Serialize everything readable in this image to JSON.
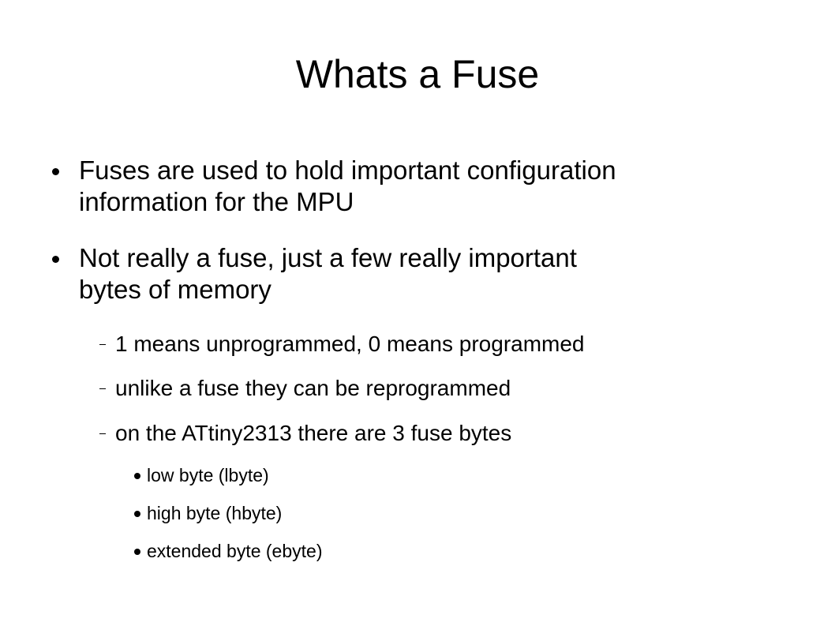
{
  "slide": {
    "title": "Whats a Fuse",
    "bullets": [
      {
        "line1": "Fuses are used to hold important configuration",
        "line2": "information for the MPU"
      },
      {
        "line1": "Not really a fuse, just a few really important",
        "line2": "bytes of memory"
      }
    ],
    "sub_bullets": [
      "1 means unprogrammed, 0 means programmed",
      "unlike a fuse they can be reprogrammed",
      "on the ATtiny2313 there are 3 fuse bytes"
    ],
    "fuse_bytes": [
      "low byte (lbyte)",
      "high byte (hbyte)",
      "extended byte (ebyte)"
    ]
  }
}
